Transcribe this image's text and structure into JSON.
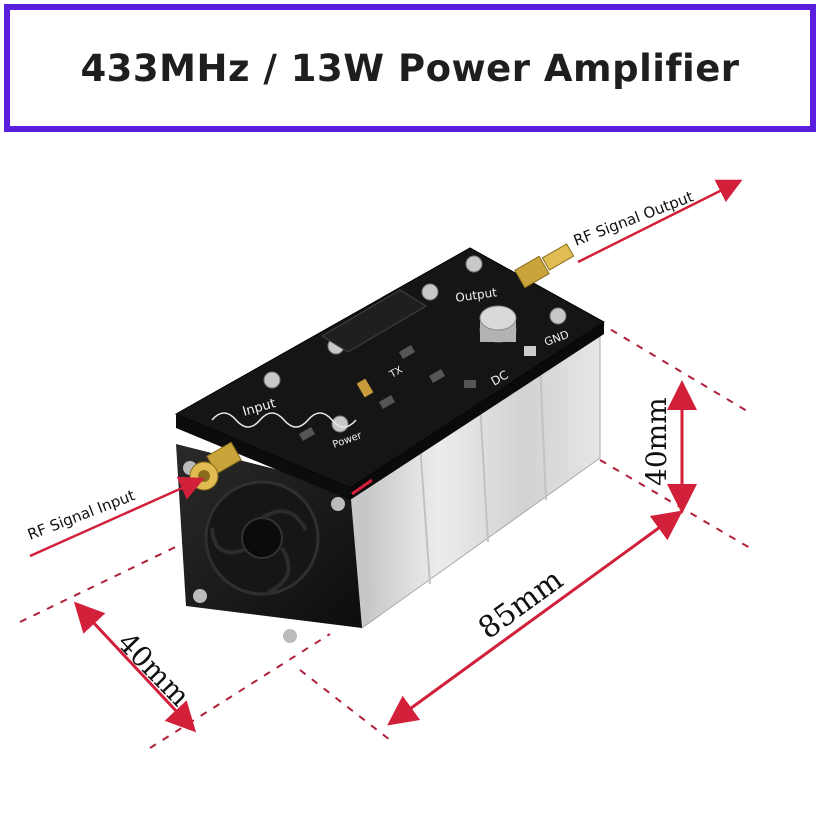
{
  "title": "433MHz / 13W Power Amplifier",
  "labels": {
    "rf_output": "RF Signal Output",
    "rf_input": "RF Signal Input"
  },
  "dimensions": {
    "height": "40mm",
    "length": "85mm",
    "width": "40mm"
  },
  "silkscreen": {
    "output": "Output",
    "input": "Input",
    "gnd": "GND",
    "dc": "DC",
    "tx": "TX",
    "power": "Power"
  },
  "colors": {
    "frame": "#5b1fe0",
    "arrow": "#d21f3a",
    "pcb": "#151515",
    "heatsink": "#d9d9d9"
  }
}
